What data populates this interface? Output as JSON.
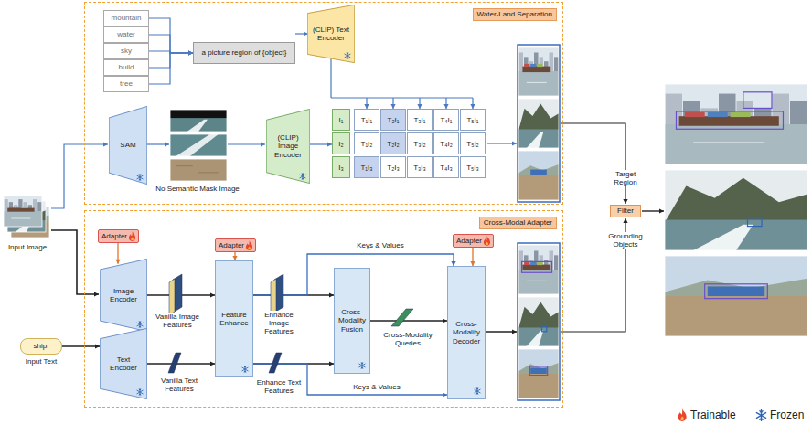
{
  "diagram": {
    "nodes": [
      {
        "text": [
          "Water-Land Separation"
        ]
      },
      {
        "text": [
          "mountain"
        ],
        "in": 0
      },
      {
        "text": [
          "water"
        ],
        "in": 0
      },
      {
        "text": [
          "sky"
        ],
        "in": 0
      },
      {
        "text": [
          "build"
        ],
        "in": 0
      },
      {
        "text": [
          "tree"
        ],
        "in": 0
      },
      {
        "text": [
          "a picture region of {object}"
        ],
        "in": 0
      },
      {
        "text": [
          "(CLIP) Text Encoder"
        ],
        "in": 0
      },
      {
        "text": [
          "SAM"
        ],
        "in": 0
      },
      {
        "text": [
          "(CLIP) Image Encoder"
        ],
        "in": 0
      },
      {
        "text": [
          "I₁",
          "I₂",
          "I₃",
          "T₁I₁",
          "T₂I₁",
          "T₃I₁",
          "T₄I₁",
          "T₅I₁",
          "T₁I₂",
          "T₂I₂",
          "T₃I₂",
          "T₄I₂",
          "T₅I₂",
          "T₁I₃",
          "T₂I₃",
          "T₃I₃",
          "T₄I₃",
          "T₅I₃"
        ],
        "in": 0
      },
      {
        "text": [
          "Cross-Modal Adapter"
        ]
      },
      {
        "text": [
          "Adapter"
        ],
        "in": 11
      },
      {
        "text": [
          "Image Encoder"
        ],
        "in": 11
      },
      {
        "text": [
          "Adapter"
        ],
        "in": 11
      },
      {
        "text": [
          "Feature Enhance"
        ],
        "in": 11
      },
      {
        "text": [
          "Cross-Modality Fusion"
        ],
        "in": 11
      },
      {
        "text": [
          "Adapter"
        ],
        "in": 11
      },
      {
        "text": [
          "Cross-Modality Decoder"
        ],
        "in": 11
      },
      {
        "text": [
          "Text Encoder"
        ],
        "in": 11
      },
      {
        "text": [
          "ship.",
          "Input Text"
        ]
      },
      {
        "text": [
          "Filter"
        ]
      }
    ],
    "edges": [
      {
        "from": 1,
        "to": 6,
        "arrow": "to"
      },
      {
        "from": 2,
        "to": 6,
        "arrow": "to"
      },
      {
        "from": 3,
        "to": 6,
        "arrow": "to"
      },
      {
        "from": 4,
        "to": 6,
        "arrow": "to"
      },
      {
        "from": 5,
        "to": 6,
        "arrow": "to"
      },
      {
        "from": 6,
        "to": 7,
        "arrow": "to"
      },
      {
        "from": 7,
        "to": 10,
        "arrow": "to"
      },
      {
        "from": 9,
        "to": 10,
        "arrow": "to"
      },
      {
        "from": 12,
        "to": 13,
        "arrow": "to"
      },
      {
        "from": 13,
        "to": 15,
        "arrow": "to"
      },
      {
        "from": 19,
        "to": 15,
        "arrow": "to"
      },
      {
        "from": 14,
        "to": 15,
        "arrow": "to"
      },
      {
        "from": 15,
        "to": 16,
        "arrow": "to"
      },
      {
        "from": 15,
        "to": 16,
        "arrow": "to"
      },
      {
        "from": 16,
        "to": 18,
        "arrow": "to"
      },
      {
        "from": 15,
        "to": 18,
        "label": "Keys & Values",
        "arrow": "to"
      },
      {
        "from": 15,
        "to": 18,
        "label": "Keys & Values",
        "arrow": "to"
      },
      {
        "from": 17,
        "to": 18,
        "arrow": "to"
      },
      {
        "from": 20,
        "to": 19,
        "arrow": "to"
      }
    ],
    "labels": [
      "No Semantic Mask Image",
      "Input Image",
      "Vanilla Image Features",
      "Enhance Image Features",
      "Cross-Modality Queries",
      "Vanilla Text Features",
      "Enhance Text Features",
      "Target Region",
      "Grounding Objects"
    ],
    "legend": [
      {
        "text": "Trainable"
      },
      {
        "text": "Frozen"
      }
    ]
  }
}
